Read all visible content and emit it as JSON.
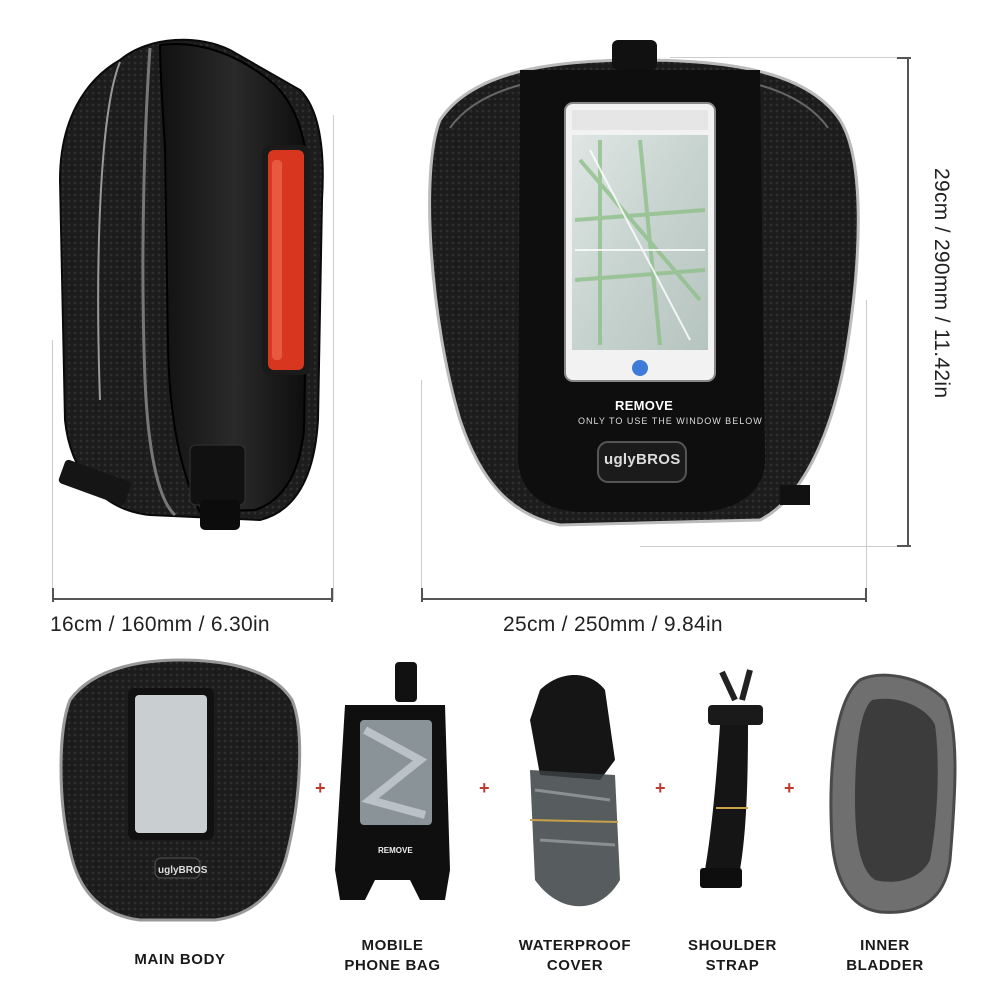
{
  "dimensions": {
    "side_width": "16cm  /  160mm  /  6.30in",
    "front_width": "25cm  /  250mm  /  9.84in",
    "height": "29cm  /  290mm  /  11.42in"
  },
  "product": {
    "window_title": "REMOVE",
    "window_subtitle": "ONLY TO USE THE WINDOW BELOW",
    "brand": "uglyBROS",
    "accent_color": "#d8361e"
  },
  "components": [
    {
      "label_line1": "MAIN BODY",
      "label_line2": ""
    },
    {
      "label_line1": "MOBILE",
      "label_line2": "PHONE BAG"
    },
    {
      "label_line1": "WATERPROOF",
      "label_line2": "COVER"
    },
    {
      "label_line1": "SHOULDER",
      "label_line2": "STRAP"
    },
    {
      "label_line1": "INNER",
      "label_line2": "BLADDER"
    }
  ],
  "separator": "+"
}
